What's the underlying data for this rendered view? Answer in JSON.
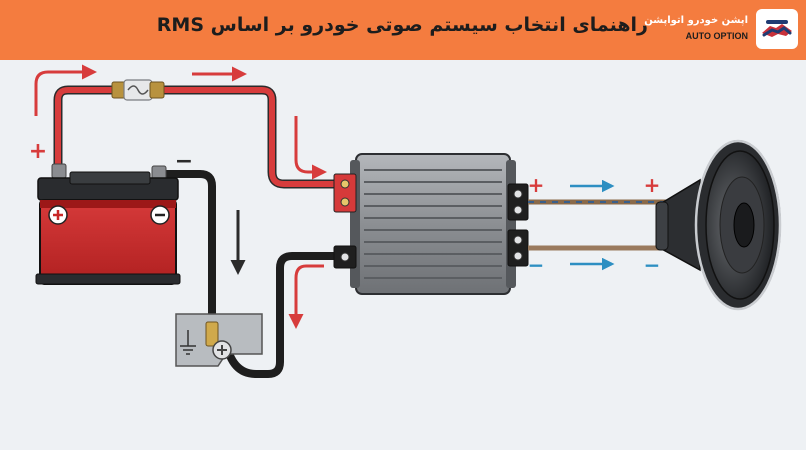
{
  "header": {
    "title": "راهنمای انتخاب سیستم صوتی خودرو بر اساس RMS",
    "logo_name": "اپشن خودرو اتواپشن",
    "logo_sub": "AUTO OPTION"
  },
  "diagram": {
    "signs": {
      "battery_plus_left": "+",
      "battery_minus_top": "−",
      "amp_out_plus": "+",
      "amp_out_minus": "−",
      "speaker_plus": "+",
      "speaker_minus": "−"
    },
    "colors": {
      "header_bg": "#f47c3f",
      "positive_wire": "#d73c3c",
      "ground_wire": "#2b2b2b",
      "signal_arrow": "#2d8fc2",
      "battery_body": "#c82828",
      "amp_body": "#8c8f93"
    }
  }
}
